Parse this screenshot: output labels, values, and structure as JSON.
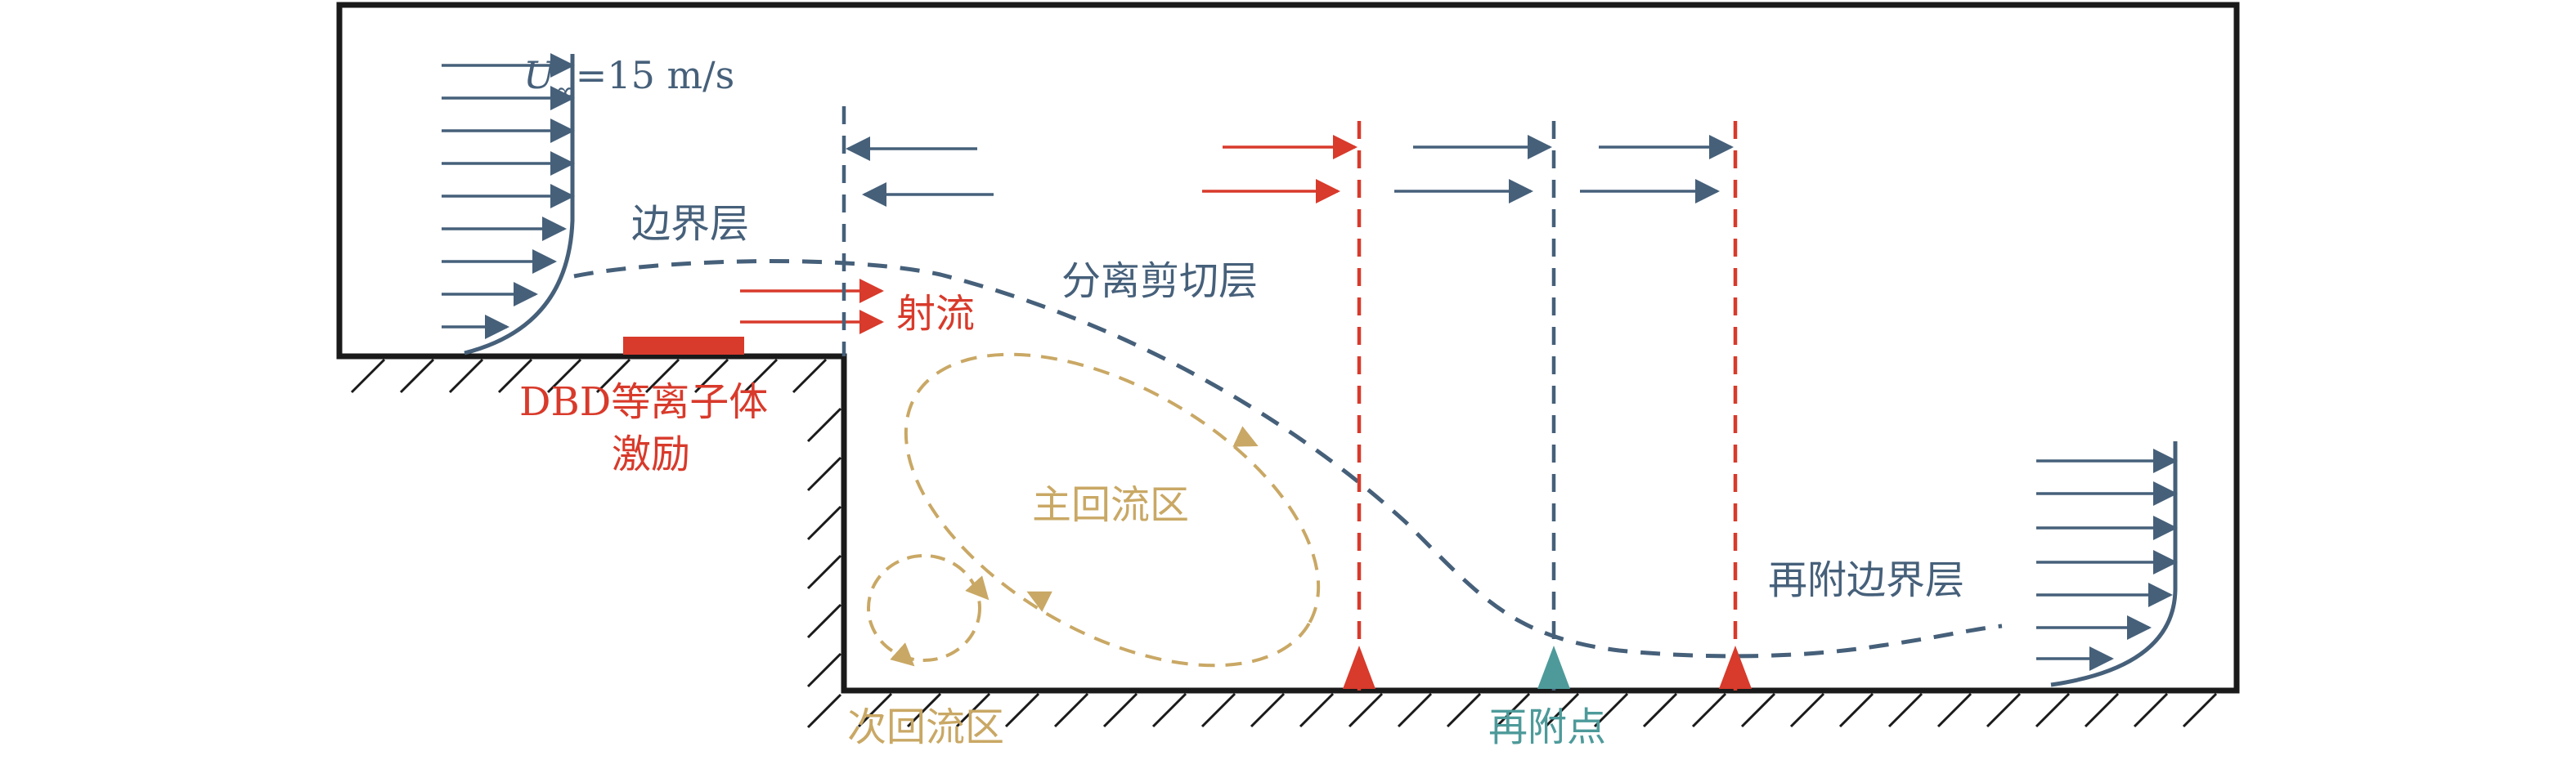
{
  "labels": {
    "u_symbol": "U",
    "u_subscript": "∞",
    "u_value": "=15 m/s",
    "boundary_layer": "边界层",
    "jet": "射流",
    "shear_layer": "分离剪切层",
    "dbd_line1": "DBD等离子体",
    "dbd_line2": "激励",
    "primary_recirculation": "主回流区",
    "secondary_recirculation": "次回流区",
    "reattached_boundary_layer": "再附边界层",
    "reattachment_point": "再附点"
  },
  "colors": {
    "flow": "#46607a",
    "actuation": "#d83a2b",
    "recirculation": "#c9a865",
    "reattachment": "#4e9a9a",
    "outline": "#1a1a1a"
  }
}
